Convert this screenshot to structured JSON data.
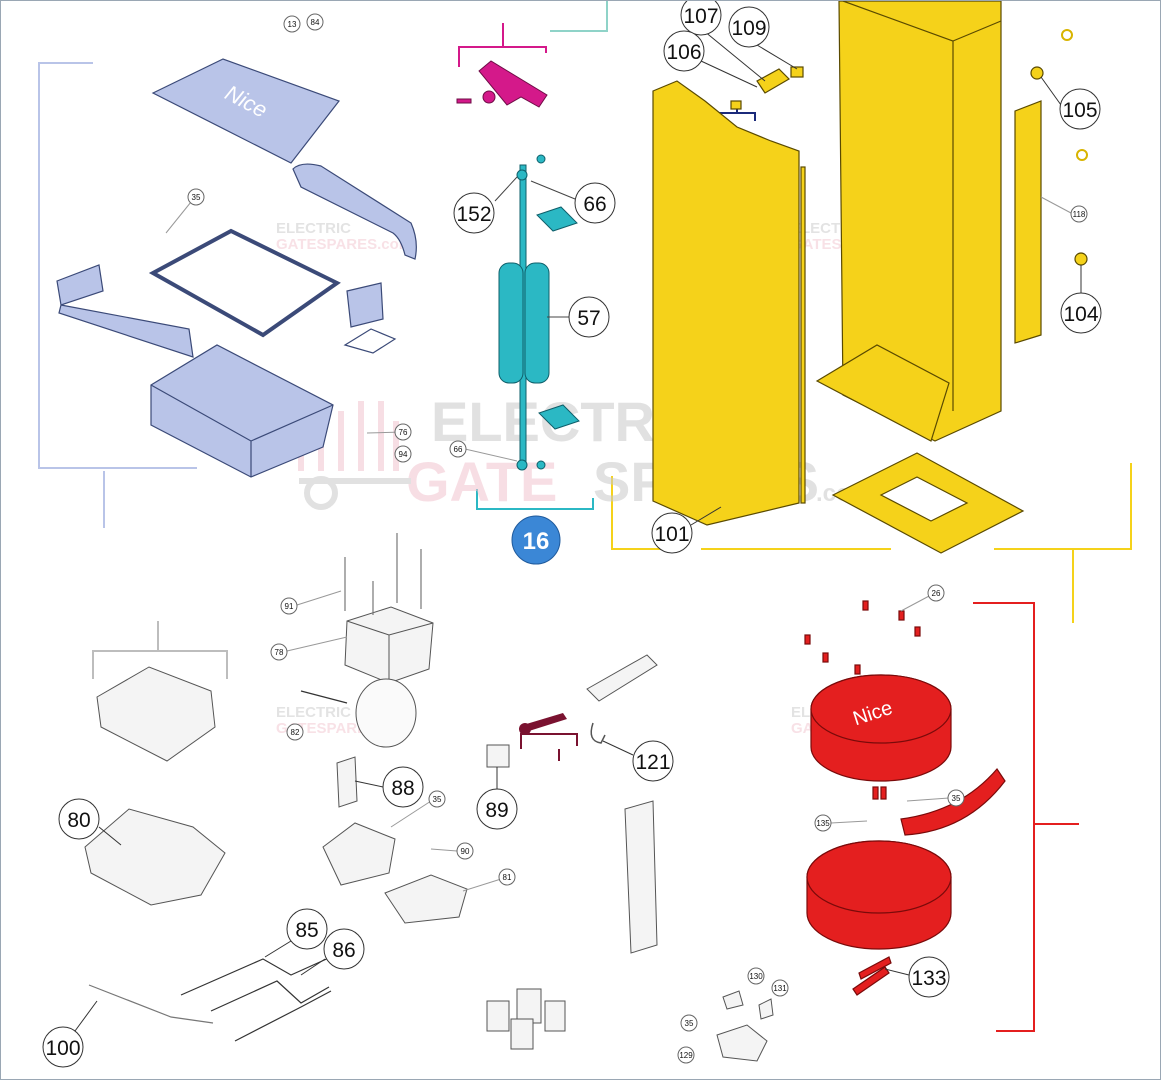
{
  "watermark": {
    "line1": "ELECTRIC",
    "line2_a": "GATE",
    "line2_b": "SPARES",
    "suffix": ".com",
    "small_line1": "ELECTRIC",
    "small_line2": "GATESPARES.com"
  },
  "colors": {
    "blue_group": "#b9c4e8",
    "yellow_group": "#f5d21a",
    "red_group": "#e41f1f",
    "teal_group": "#2bb8c4",
    "magenta_group": "#d4198a",
    "badge": "#3b87d6"
  },
  "group_badge": "16",
  "callouts": {
    "c13": "13",
    "c84": "84",
    "c35a": "35",
    "c76": "76",
    "c94": "94",
    "c107": "107",
    "c109": "109",
    "c106": "106",
    "c105": "105",
    "c118": "118",
    "c104": "104",
    "c152": "152",
    "c66a": "66",
    "c57": "57",
    "c66b": "66",
    "c101": "101",
    "c91": "91",
    "c78": "78",
    "c82": "82",
    "c88": "88",
    "c35b": "35",
    "c90": "90",
    "c81": "81",
    "c89": "89",
    "c121": "121",
    "c80": "80",
    "c85": "85",
    "c86": "86",
    "c100": "100",
    "c26": "26",
    "c35c": "35",
    "c135": "135",
    "c133": "133",
    "c130": "130",
    "c131": "131",
    "c35d": "35",
    "c129": "129"
  },
  "logo_text": "Nice"
}
